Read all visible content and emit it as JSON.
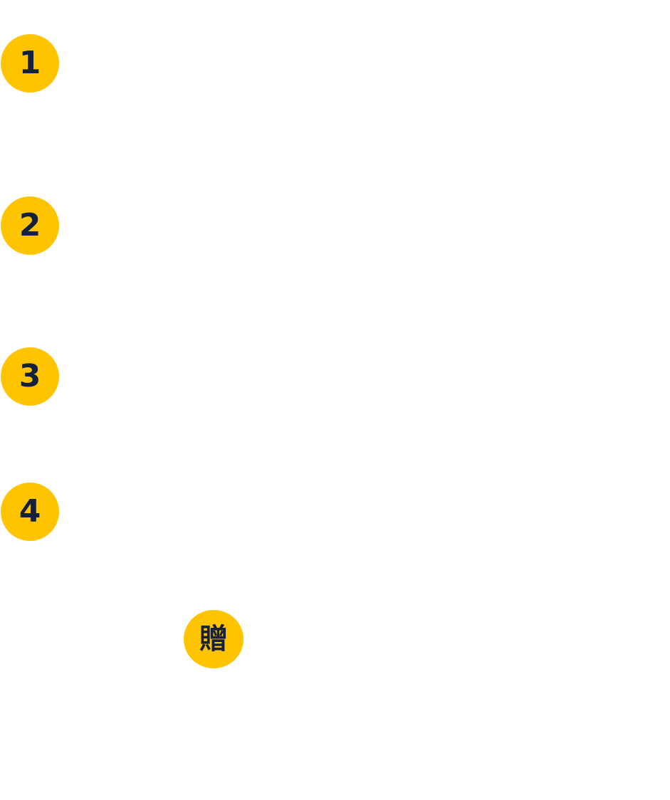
{
  "colors": {
    "badge_fill": "#FFC400",
    "badge_text": "#14213D",
    "background": "#FFFFFF"
  },
  "steps": [
    {
      "label": "1"
    },
    {
      "label": "2"
    },
    {
      "label": "3"
    },
    {
      "label": "4"
    }
  ],
  "gift": {
    "label": "贈"
  }
}
